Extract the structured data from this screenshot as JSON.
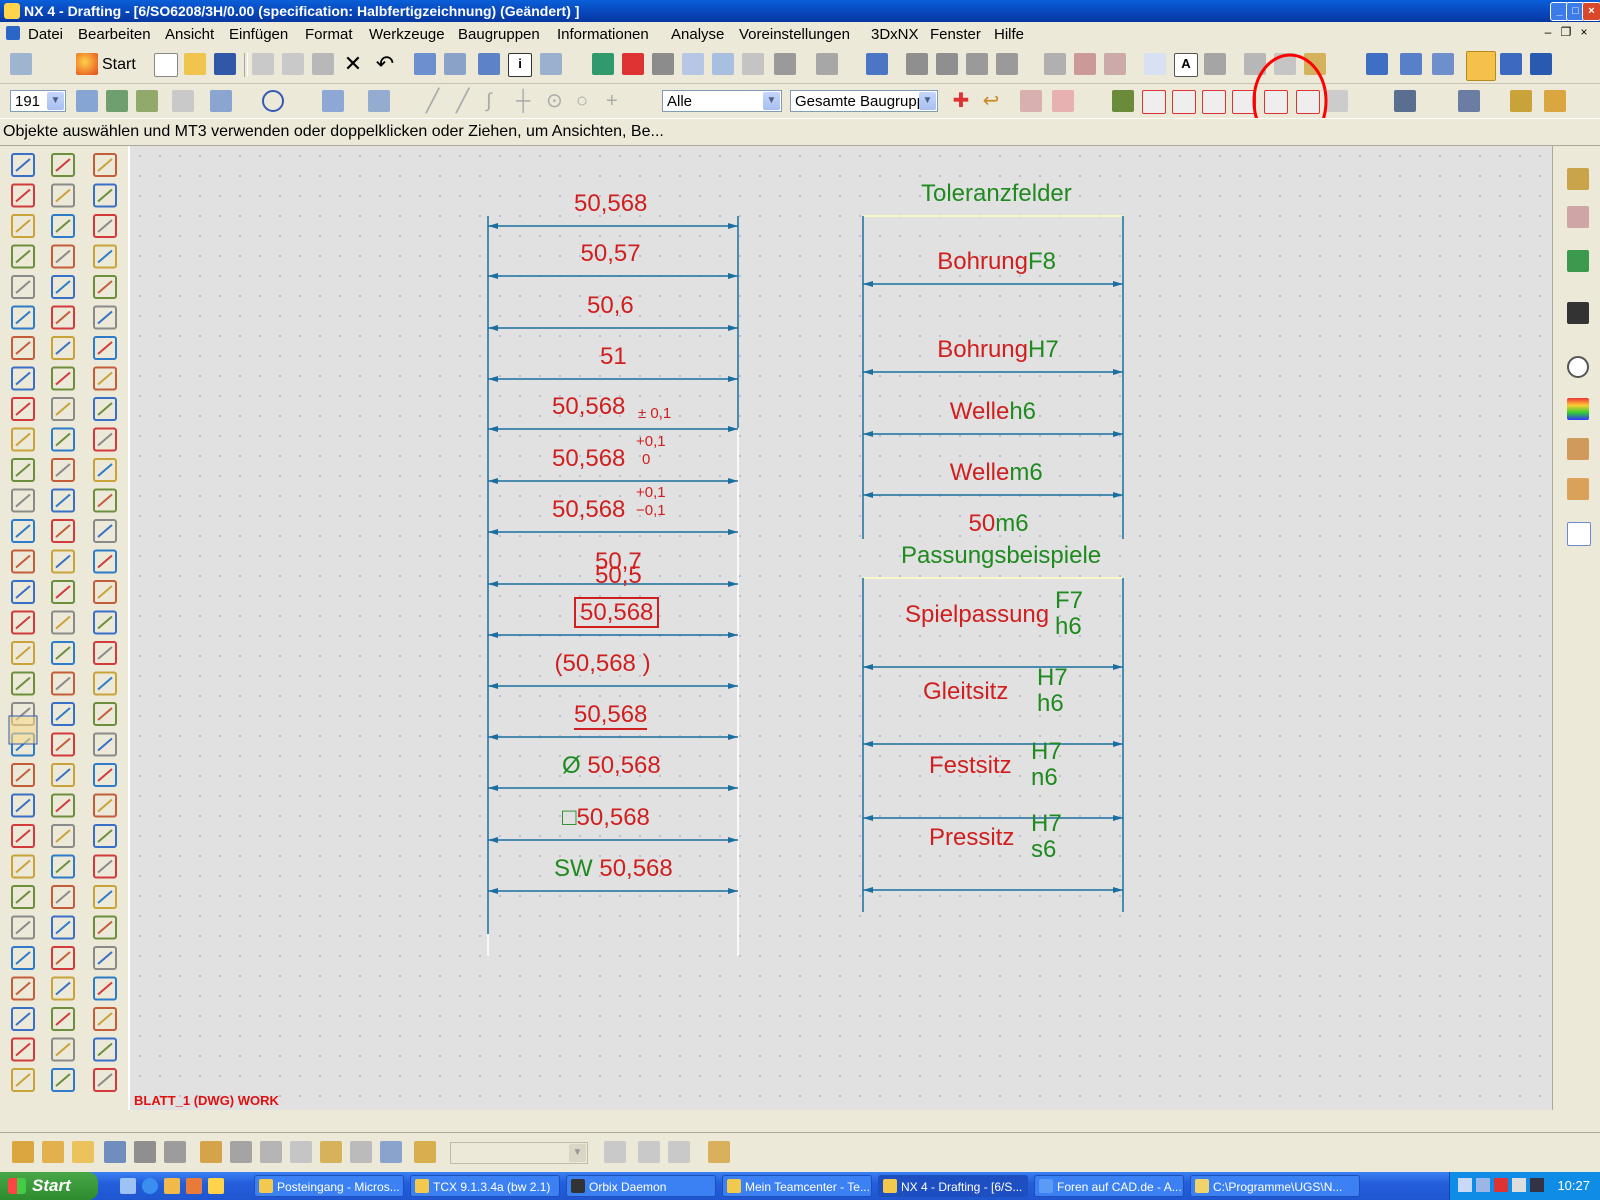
{
  "window": {
    "title": "NX 4 - Drafting - [6/SO6208/3H/0.00 (specification: Halbfertigzeichnung) (Geändert) ]",
    "controls": [
      "_",
      "□",
      "×"
    ]
  },
  "menu": [
    "Datei",
    "Bearbeiten",
    "Ansicht",
    "Einfügen",
    "Format",
    "Werkzeuge",
    "Baugruppen",
    "Informationen",
    "Analyse",
    "Voreinstellungen",
    "3DxNX",
    "Fenster",
    "Hilfe"
  ],
  "toolbar": {
    "start_label": "Start",
    "layer_value": "191",
    "filter_value": "Alle",
    "scope_value": "Gesamte Baugruppe",
    "highlight_color": "#ff0000"
  },
  "cue_line": "Objekte auswählen und MT3 verwenden oder doppelklicken oder Ziehen, um Ansichten, Be...",
  "drawing": {
    "sheet_label": "BLATT_1 (DWG) WORK",
    "colors": {
      "dim_red": "#d01f1f",
      "tol_green": "#1f8a1f",
      "line_blue": "#1a6fa0"
    },
    "left_dims": [
      {
        "text": "50,568"
      },
      {
        "text": "50,57"
      },
      {
        "text": "50,6"
      },
      {
        "text": "51"
      },
      {
        "text": "50,568",
        "tol_sym": "± 0,1"
      },
      {
        "text": "50,568",
        "tol_upper": "+0,1",
        "tol_lower": "0"
      },
      {
        "text": "50,568",
        "tol_upper": "+0,1",
        "tol_lower": "−0,1"
      },
      {
        "text": "50,7",
        "text2": "50,5"
      },
      {
        "text": "50,568",
        "style": "boxed"
      },
      {
        "text": "(50,568 )",
        "style": "parenthesized"
      },
      {
        "text": "50,568",
        "style": "underlined"
      },
      {
        "prefix": "Ø",
        "text": "50,568"
      },
      {
        "prefix": "□",
        "text": "50,568"
      },
      {
        "prefix": "SW",
        "text": "50,568"
      }
    ],
    "tol_fields_title": "Toleranzfelder",
    "tol_fields": [
      {
        "label": "Bohrung",
        "fit": "F8"
      },
      {
        "label": "Bohrung",
        "fit": "H7"
      },
      {
        "label": "Welle",
        "fit": "h6"
      },
      {
        "label": "Welle",
        "fit": "m6"
      },
      {
        "label": "50",
        "fit": "m6"
      }
    ],
    "fit_examples_title": "Passungsbeispiele",
    "fit_examples": [
      {
        "label": "Spielpassung",
        "upper": "F7",
        "lower": "h6"
      },
      {
        "label": "Gleitsitz",
        "upper": "H7",
        "lower": "h6"
      },
      {
        "label": "Festsitz",
        "upper": "H7",
        "lower": "n6"
      },
      {
        "label": "Pressitz",
        "upper": "H7",
        "lower": "s6"
      }
    ]
  },
  "taskbar": {
    "start_label": "Start",
    "tasks": [
      "Posteingang - Micros...",
      "TCX 9.1.3.4a (bw 2.1)",
      "Orbix Daemon",
      "Mein Teamcenter - Te...",
      "NX 4 - Drafting - [6/S...",
      "Foren auf CAD.de - A...",
      "C:\\Programme\\UGS\\N..."
    ],
    "clock": "10:27"
  }
}
